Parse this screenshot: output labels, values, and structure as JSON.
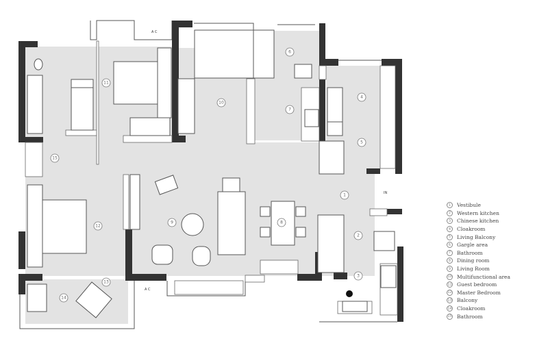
{
  "legend": {
    "items": [
      {
        "num": "1",
        "label": "Vestibule"
      },
      {
        "num": "2",
        "label": "Western kitchen"
      },
      {
        "num": "3",
        "label": "Chinese kitchen"
      },
      {
        "num": "4",
        "label": "Cloakroom"
      },
      {
        "num": "5",
        "label": "Living Balcony"
      },
      {
        "num": "6",
        "label": "Gargle area"
      },
      {
        "num": "7",
        "label": "Bathroom"
      },
      {
        "num": "8",
        "label": "Dining room"
      },
      {
        "num": "9",
        "label": "Living Room"
      },
      {
        "num": "10",
        "label": "Multifunctional area"
      },
      {
        "num": "11",
        "label": "Guest bedroom"
      },
      {
        "num": "12",
        "label": "Master Bedroom"
      },
      {
        "num": "13",
        "label": "Balcony"
      },
      {
        "num": "14",
        "label": "Cloakroom"
      },
      {
        "num": "15",
        "label": "Bathroom"
      }
    ]
  },
  "plan": {
    "ac_tag_top": "A  C",
    "ac_tag_bottom": "A  C",
    "entry_tag": "IN"
  }
}
